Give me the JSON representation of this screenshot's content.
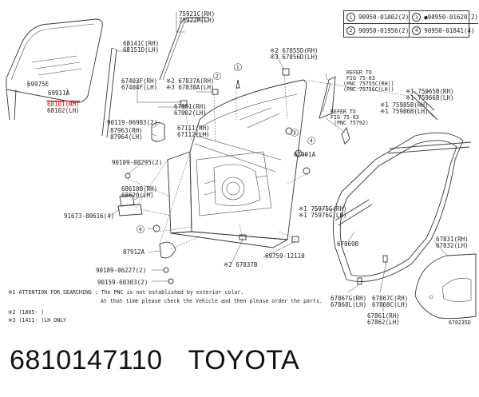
{
  "legend": [
    {
      "marker": "1",
      "code": "90950-01A02(2)"
    },
    {
      "marker": "3",
      "code": "●90950-01620(2)"
    },
    {
      "marker": "2",
      "code": "90950-01956(2)"
    },
    {
      "marker": "4",
      "code": "90950-01841(4)"
    }
  ],
  "labels": {
    "l75921": "75921C(RH)",
    "l75922": "75922M(LH)",
    "l68141": "68141C(RH)",
    "l68151": "68151D(LH)",
    "l69975": "69975E",
    "l69911": "69911A",
    "l68101": "68101(RH)",
    "l68102": "68102(LH)",
    "l67403": "67403F(RH)",
    "l67404": "67404F(LH)",
    "l67837": "※2 67837A(RH)",
    "l67838": "※3 67838A(LH)",
    "l67855": "※2 67855D(RH)",
    "l67856": "※3 67856D(LH)",
    "c1": "1",
    "c2": "2",
    "c3": "3",
    "c4": "4",
    "c4b": "4",
    "ref1a": "REFER TO",
    "ref1b": "FIG 75-03",
    "ref1c": "(PNC 75755C(RH))",
    "ref1d": "(PNC 75756C(LH))",
    "ref2a": "REFER TO",
    "ref2b": "FIG 75-03",
    "ref2c": "(PNC 75792)",
    "l75965": "※1 75965B(RH)",
    "l75966": "※1 75966B(LH)",
    "l75985": "※1 75985B(RH)",
    "l75986": "※1 75986B(LH)",
    "l67001": "67001(RH)",
    "l67002": "67002(LH)",
    "l90119": "90119-06983(2)",
    "l87963": "87963(RH)",
    "l87964": "87964(LH)",
    "l67111": "67111(RH)",
    "l67112": "67112(LH)",
    "l67001A": "67001A",
    "l90109": "90109-08295(2)",
    "l68610": "68610B(RH)",
    "l68620": "68620(LH)",
    "l91673": "91673-80616(4)",
    "l75975": "※1 75975G(RH)",
    "l75976": "※1 75976G(LH)",
    "l87912": "87912A",
    "l67837B": "※2 67837B",
    "l69759": "69759-12110",
    "l90189": "90189-06227(2)",
    "l90159": "90159-60303(2)",
    "l67869": "67869B",
    "l67831": "67831(RH)",
    "l67832": "67832(LH)",
    "l67867": "67867G(RH)",
    "l67868": "67868L(LH)",
    "l67867C": "67867C(RH)",
    "l67868C": "67868C(LH)",
    "l67861": "67861(RH)",
    "l67862": "67862(LH)"
  },
  "notes": {
    "n1": "※1 ATTENTION FOR SEARCHING : The PNC is not established by exterior color.",
    "n1b": "At that time please check the Vehicle and then please order the parts.",
    "n2": "※2 (1805-   )",
    "n3": "※3 (1411-   )LH ONLY",
    "fig": "670235D"
  },
  "caption": {
    "part_number": "6810147110",
    "brand": "TOYOTA"
  },
  "colors": {
    "highlight": "#e60012"
  }
}
